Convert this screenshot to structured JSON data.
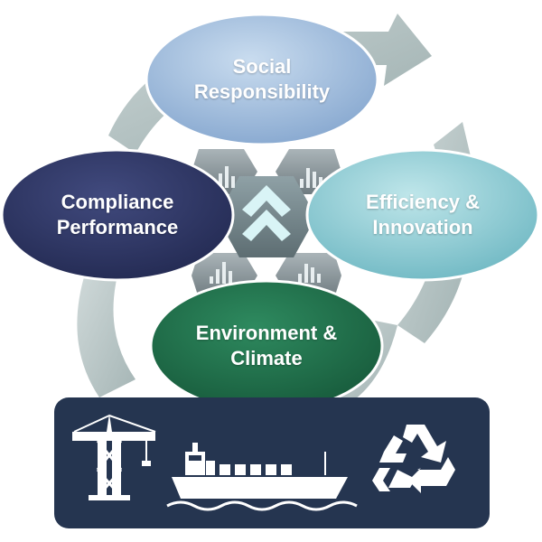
{
  "nodes": {
    "social": {
      "line1": "Social",
      "line2": "Responsibility",
      "color": "#9dbbdb"
    },
    "efficiency": {
      "line1": "Efficiency &",
      "line2": "Innovation",
      "color": "#8ccbd3"
    },
    "compliance": {
      "line1": "Compliance",
      "line2": "Performance",
      "color": "#2c335e"
    },
    "environment": {
      "line1": "Environment &",
      "line2": "Climate",
      "color": "#1f6f4a"
    }
  },
  "panel": {
    "color": "#253550",
    "icons": [
      "port-crane-icon",
      "cargo-ship-icon",
      "recycle-icon"
    ]
  },
  "cycle_arrow_color": "#aab8b8",
  "center_icon": "double-chevron-up-icon"
}
